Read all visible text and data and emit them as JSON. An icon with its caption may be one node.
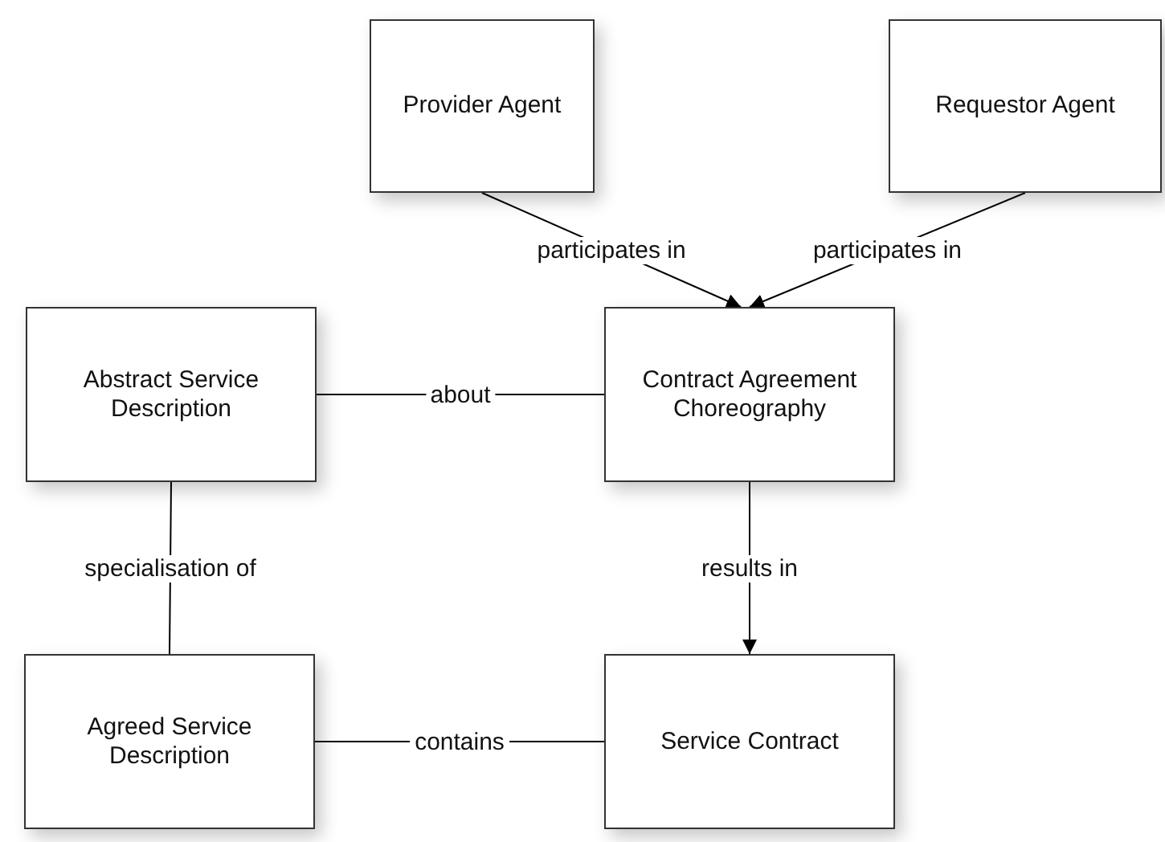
{
  "diagram": {
    "nodes": [
      {
        "text": [
          "Provider Agent"
        ]
      },
      {
        "text": [
          "Requestor Agent"
        ]
      },
      {
        "text": [
          "Abstract Service Description"
        ]
      },
      {
        "text": [
          "Contract Agreement Choreography"
        ]
      },
      {
        "text": [
          "Agreed Service Description"
        ]
      },
      {
        "text": [
          "Service Contract"
        ]
      }
    ],
    "edges": [
      {
        "from": 0,
        "to": 3,
        "label": "participates in",
        "arrow": "to"
      },
      {
        "from": 1,
        "to": 3,
        "label": "participates in",
        "arrow": "to"
      },
      {
        "from": 2,
        "to": 3,
        "label": "about",
        "arrow": "none"
      },
      {
        "from": 4,
        "to": 2,
        "label": "specialisation of",
        "arrow": "none"
      },
      {
        "from": 3,
        "to": 5,
        "label": "results in",
        "arrow": "to"
      },
      {
        "from": 4,
        "to": 5,
        "label": "contains",
        "arrow": "none"
      }
    ]
  }
}
